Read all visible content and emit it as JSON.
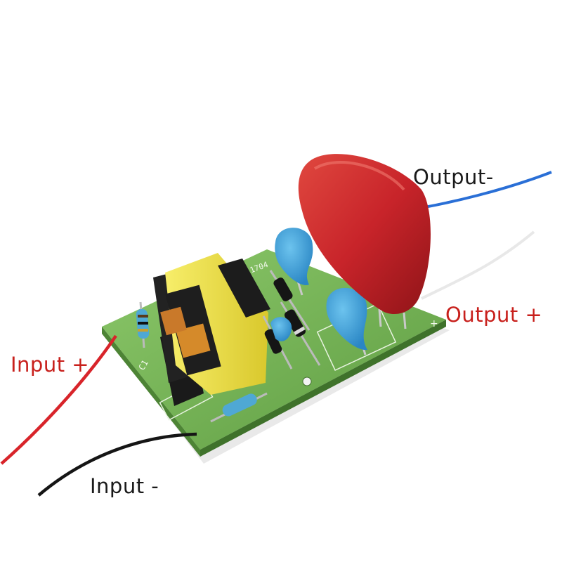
{
  "labels": {
    "output_negative": "Output-",
    "output_positive": "Output +",
    "input_positive": "Input +",
    "input_negative": "Input -"
  },
  "board": {
    "silk_code": "D-1704",
    "silk_c1": "C1",
    "silk_plus": "+"
  },
  "colors": {
    "text_dark": "#1a1a1a",
    "text_red": "#c8201c",
    "wire_red": "#d8242a",
    "wire_black": "#151515",
    "wire_blue": "#2a6fd6",
    "pcb_green": "#7dbb5a",
    "capacitor_red": "#c9262a",
    "ceramic_blue": "#3a9fd8",
    "transformer_yellow": "#f1e23c"
  }
}
